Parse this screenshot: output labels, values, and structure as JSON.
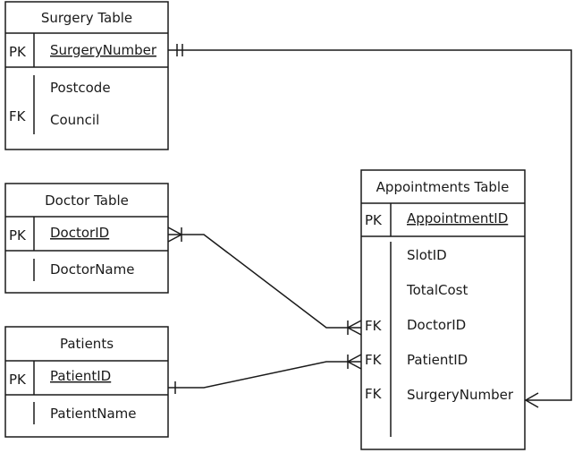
{
  "tables": {
    "surgery": {
      "title": "Surgery Table",
      "pk_label": "PK",
      "pk_field": "SurgeryNumber",
      "fields": [
        "Postcode",
        "Council"
      ],
      "fk_label": "FK"
    },
    "doctor": {
      "title": "Doctor Table",
      "pk_label": "PK",
      "pk_field": "DoctorID",
      "fields": [
        "DoctorName"
      ]
    },
    "patients": {
      "title": "Patients",
      "pk_label": "PK",
      "pk_field": "PatientID",
      "fields": [
        "PatientName"
      ]
    },
    "appointments": {
      "title": "Appointments Table",
      "pk_label": "PK",
      "pk_field": "AppointmentID",
      "fields": [
        "SlotID",
        "TotalCost",
        "DoctorID",
        "PatientID",
        "SurgeryNumber"
      ],
      "fk_labels": [
        "FK",
        "FK",
        "FK"
      ]
    }
  },
  "relationships": [
    {
      "from": "Surgery Table.SurgeryNumber",
      "to": "Appointments Table.SurgeryNumber",
      "from_end": "one-and-only-one",
      "to_end": "many"
    },
    {
      "from": "Doctor Table.DoctorID",
      "to": "Appointments Table.DoctorID",
      "from_end": "one-or-many",
      "to_end": "one-or-many"
    },
    {
      "from": "Patients.PatientID",
      "to": "Appointments Table.PatientID",
      "from_end": "one",
      "to_end": "one-or-many"
    }
  ],
  "colors": {
    "line": "#1a1a1a",
    "background": "#ffffff"
  }
}
